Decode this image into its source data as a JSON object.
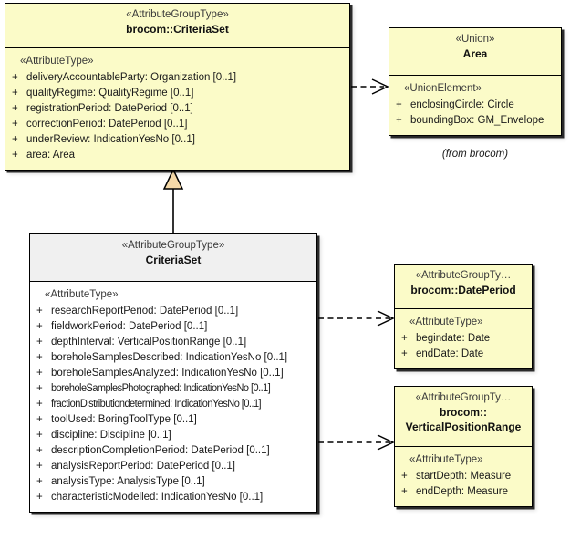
{
  "diagram": {
    "type": "uml-class-diagram",
    "notes": [
      {
        "name": "from-brocom-note",
        "text": "(from brocom)"
      }
    ]
  },
  "classes": [
    {
      "id": "brocom-criteriaset",
      "stereotype": "«AttributeGroupType»",
      "name": "brocom::CriteriaSet",
      "compartment_label": "«AttributeType»",
      "attributes": [
        {
          "visibility": "+",
          "signature": "deliveryAccountableParty: Organization [0..1]"
        },
        {
          "visibility": "+",
          "signature": "qualityRegime: QualityRegime [0..1]"
        },
        {
          "visibility": "+",
          "signature": "registrationPeriod: DatePeriod [0..1]"
        },
        {
          "visibility": "+",
          "signature": "correctionPeriod: DatePeriod [0..1]"
        },
        {
          "visibility": "+",
          "signature": "underReview: IndicationYesNo [0..1]"
        },
        {
          "visibility": "+",
          "signature": "area: Area"
        }
      ]
    },
    {
      "id": "area",
      "stereotype": "«Union»",
      "name": "Area",
      "compartment_label": "«UnionElement»",
      "attributes": [
        {
          "visibility": "+",
          "signature": "enclosingCircle: Circle"
        },
        {
          "visibility": "+",
          "signature": "boundingBox: GM_Envelope"
        }
      ]
    },
    {
      "id": "criteriaset",
      "stereotype": "«AttributeGroupType»",
      "name": "CriteriaSet",
      "compartment_label": "«AttributeType»",
      "attributes": [
        {
          "visibility": "+",
          "signature": "researchReportPeriod: DatePeriod [0..1]"
        },
        {
          "visibility": "+",
          "signature": "fieldworkPeriod: DatePeriod [0..1]"
        },
        {
          "visibility": "+",
          "signature": "depthInterval: VerticalPositionRange [0..1]"
        },
        {
          "visibility": "+",
          "signature": "boreholeSamplesDescribed: IndicationYesNo [0..1]"
        },
        {
          "visibility": "+",
          "signature": "boreholeSamplesAnalyzed: IndicationYesNo [0..1]"
        },
        {
          "visibility": "+",
          "signature": "boreholeSamplesPhotographed: IndicationYesNo [0..1]"
        },
        {
          "visibility": "+",
          "signature": "fractionDistributiondetermined: IndicationYesNo [0..1]"
        },
        {
          "visibility": "+",
          "signature": "toolUsed: BoringToolType [0..1]"
        },
        {
          "visibility": "+",
          "signature": "discipline: Discipline [0..1]"
        },
        {
          "visibility": "+",
          "signature": "descriptionCompletionPeriod: DatePeriod [0..1]"
        },
        {
          "visibility": "+",
          "signature": "analysisReportPeriod: DatePeriod [0..1]"
        },
        {
          "visibility": "+",
          "signature": "analysisType: AnalysisType [0..1]"
        },
        {
          "visibility": "+",
          "signature": "characteristicModelled: IndicationYesNo [0..1]"
        }
      ]
    },
    {
      "id": "dateperiod",
      "stereotype": "«AttributeGroupTy…",
      "name": "brocom::DatePeriod",
      "compartment_label": "«AttributeType»",
      "attributes": [
        {
          "visibility": "+",
          "signature": "begindate: Date"
        },
        {
          "visibility": "+",
          "signature": "endDate: Date"
        }
      ]
    },
    {
      "id": "verticalpositionrange",
      "stereotype": "«AttributeGroupTy…",
      "name": "brocom::",
      "name_line2": "VerticalPositionRange",
      "compartment_label": "«AttributeType»",
      "attributes": [
        {
          "visibility": "+",
          "signature": "startDepth: Measure"
        },
        {
          "visibility": "+",
          "signature": "endDepth: Measure"
        }
      ]
    }
  ],
  "relationships": [
    {
      "id": "gen-criteriaset",
      "kind": "generalization",
      "from": "criteriaset",
      "to": "brocom-criteriaset"
    },
    {
      "id": "dep-area",
      "kind": "dependency",
      "from": "brocom-criteriaset",
      "to": "area"
    },
    {
      "id": "dep-dateperiod",
      "kind": "dependency",
      "from": "criteriaset",
      "to": "dateperiod"
    },
    {
      "id": "dep-verticalpositionrange",
      "kind": "dependency",
      "from": "criteriaset",
      "to": "verticalpositionrange"
    }
  ],
  "colors": {
    "class_fill_yellow": "#fbfbc8",
    "class_fill_white": "#ffffff",
    "header_gray": "#f0f0f0",
    "border": "#000000",
    "generalization_arrow_fill": "#f5d9a8"
  }
}
